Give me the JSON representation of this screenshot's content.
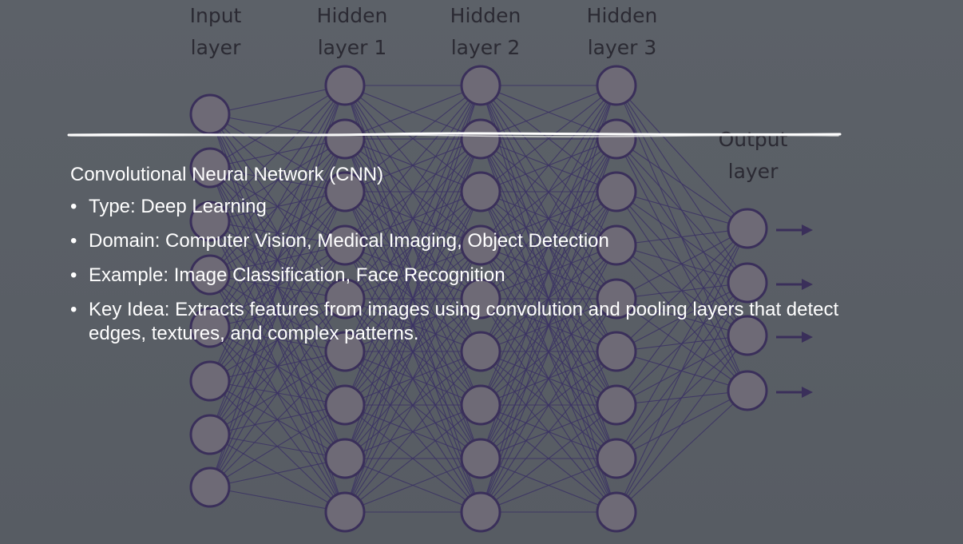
{
  "diagram": {
    "layers": [
      {
        "label_line1": "Input",
        "label_line2": "layer",
        "node_count": 8
      },
      {
        "label_line1": "Hidden",
        "label_line2": "layer 1",
        "node_count": 9
      },
      {
        "label_line1": "Hidden",
        "label_line2": "layer 2",
        "node_count": 9
      },
      {
        "label_line1": "Hidden",
        "label_line2": "layer 3",
        "node_count": 9
      },
      {
        "label_line1": "Output",
        "label_line2": "layer",
        "node_count": 4
      }
    ]
  },
  "content": {
    "title": "Convolutional Neural Network (CNN)",
    "bullets": [
      {
        "marker": "•",
        "text": "Type: Deep Learning"
      },
      {
        "marker": "•",
        "text": "Domain: Computer Vision, Medical Imaging, Object Detection"
      },
      {
        "marker": "•",
        "text": "Example: Image Classification, Face Recognition"
      },
      {
        "marker": "•",
        "text": "Key Idea: Extracts features from images using convolution and pooling layers that detect edges, textures, and complex patterns."
      }
    ]
  },
  "colors": {
    "background": "#5a5f66",
    "node_stroke": "#3a2f5a",
    "text": "#ffffff"
  }
}
